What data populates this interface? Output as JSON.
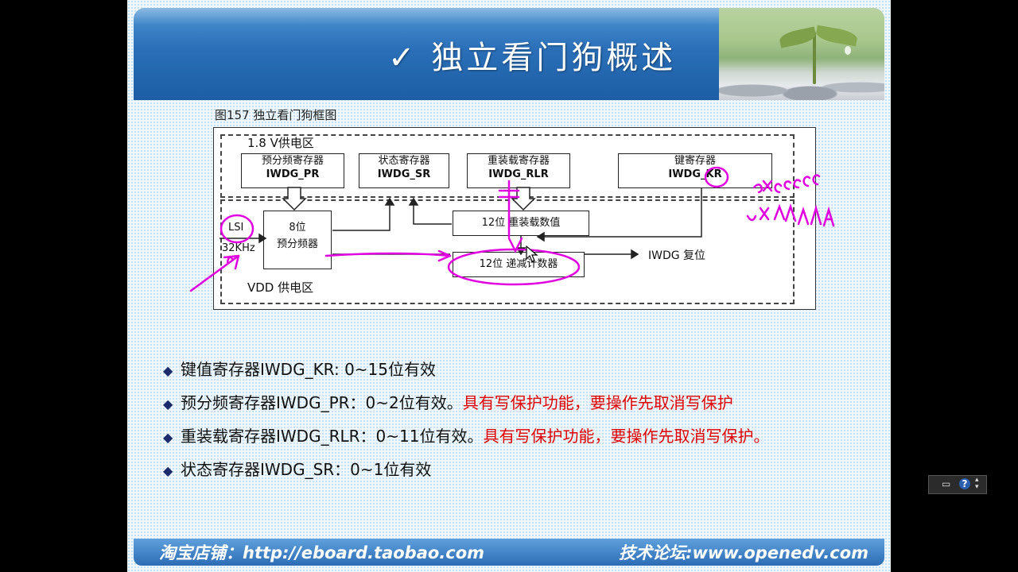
{
  "slide": {
    "title": "✓  独立看门狗概述",
    "figure_caption": "图157    独立看门狗框图",
    "diagram": {
      "zone_18v": "1.8 V供电区",
      "vdd_zone": "VDD 供电区",
      "reg_pr": {
        "cn": "预分频寄存器",
        "en": "IWDG_PR"
      },
      "reg_sr": {
        "cn": "状态寄存器",
        "en": "IWDG_SR"
      },
      "reg_rlr": {
        "cn": "重装载寄存器",
        "en": "IWDG_RLR"
      },
      "reg_kr": {
        "cn": "键寄存器",
        "en": "IWDG_KR"
      },
      "prescaler": {
        "line1": "8位",
        "line2": "预分频器"
      },
      "reload_value": "12位 重装载数值",
      "down_counter": "12位 递减计数器",
      "lsi": "LSI",
      "lsi_freq": "32KHz",
      "reset_out": "IWDG 复位"
    },
    "bullets": [
      {
        "main": "键值寄存器IWDG_KR: 0~15位有效",
        "red": ""
      },
      {
        "main": "预分频寄存器IWDG_PR：0~2位有效。",
        "red": "具有写保护功能，要操作先取消写保护"
      },
      {
        "main": "重装载寄存器IWDG_RLR：0~11位有效。",
        "red": "具有写保护功能，要操作先取消写保护。"
      },
      {
        "main": "状态寄存器IWDG_SR：0~1位有效",
        "red": ""
      }
    ],
    "footer_left": "淘宝店铺：http://eboard.taobao.com",
    "footer_right": "技术论坛:www.openedv.com",
    "colors": {
      "title_bar": "#2a6fb8",
      "annotation": "#e000e0",
      "warning_text": "#e00000",
      "bullet_marker": "#1b2a6b"
    }
  },
  "annotations": {
    "handwritten_1": "0xCCCC",
    "handwritten_2": "0xAAAA"
  },
  "controls": {
    "help_icon": "?"
  }
}
